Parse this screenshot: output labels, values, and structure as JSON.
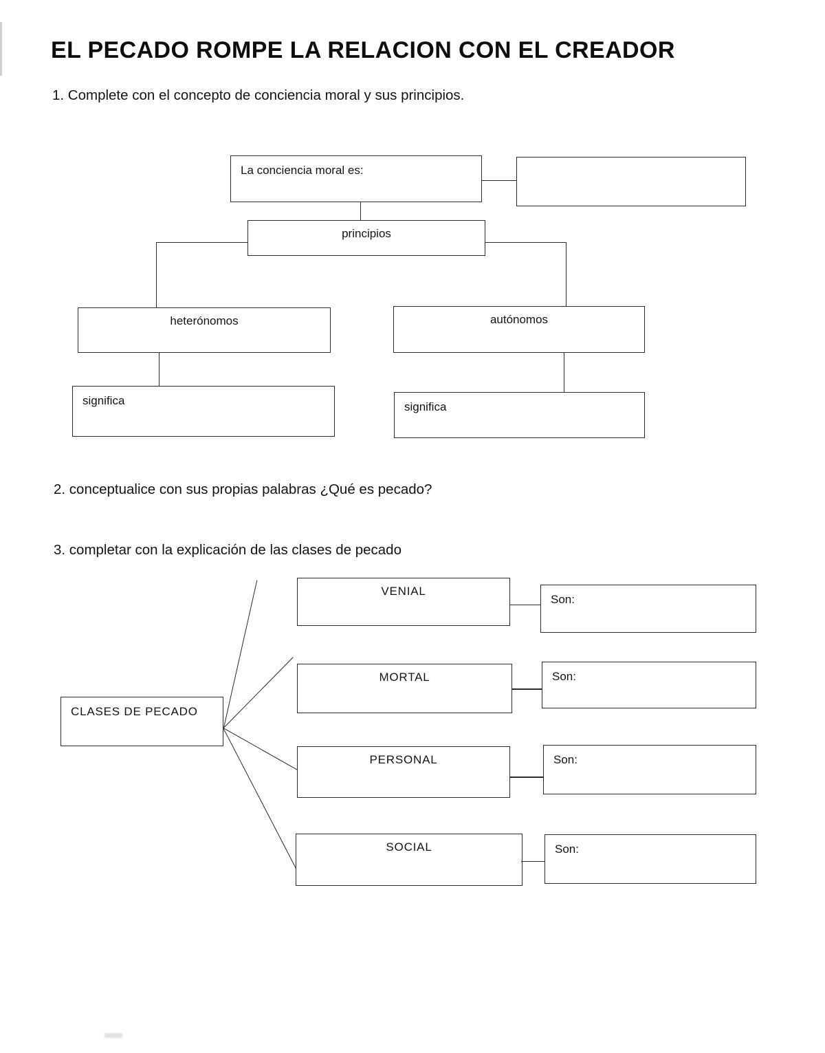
{
  "document": {
    "title": "EL PECADO ROMPE LA RELACION CON EL CREADOR",
    "questions": {
      "q1": "1. Complete con el concepto de conciencia moral y sus principios.",
      "q2": "2.  conceptualice con sus propias palabras ¿Qué es pecado?",
      "q3": "3.  completar con la explicación de las clases de pecado"
    }
  },
  "diagram_conciencia": {
    "concept_box": "La conciencia moral es:",
    "answer_box": "",
    "principles_box": "principios",
    "branches": [
      {
        "label": "heterónomos",
        "meaning_label": "significa",
        "meaning_value": ""
      },
      {
        "label": "autónomos",
        "meaning_label": "significa",
        "meaning_value": ""
      }
    ]
  },
  "diagram_pecado": {
    "root": "CLASES DE PECADO",
    "branches": [
      {
        "type": "VENIAL",
        "detail_label": "Son:",
        "detail_value": ""
      },
      {
        "type": "MORTAL",
        "detail_label": "Son:",
        "detail_value": ""
      },
      {
        "type": "PERSONAL",
        "detail_label": "Son:",
        "detail_value": ""
      },
      {
        "type": "SOCIAL",
        "detail_label": "Son:",
        "detail_value": ""
      }
    ]
  }
}
